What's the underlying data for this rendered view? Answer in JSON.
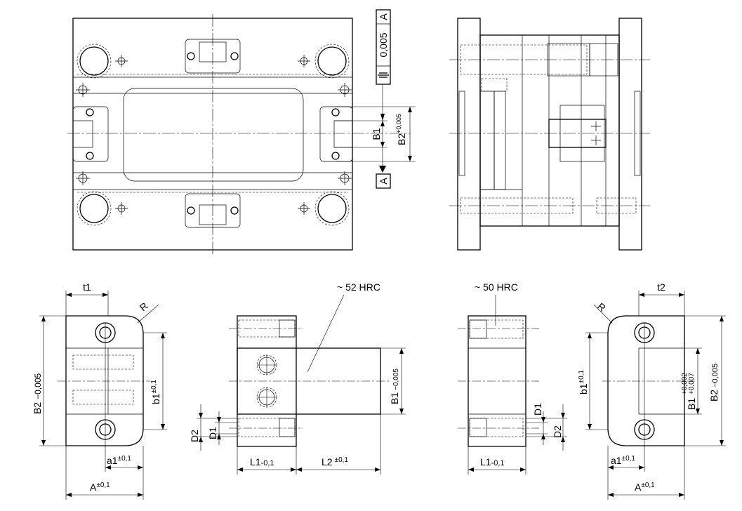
{
  "datum": {
    "tolerance_value": "0,005",
    "reference": "A",
    "symbol": "symmetry"
  },
  "top_view": {
    "dim_b1": "B1",
    "dim_b2": "B2",
    "dim_b2_tol": "+0,005",
    "datum_letter": "A"
  },
  "side_left": {
    "dim_t1": "t1",
    "dim_r": "R",
    "dim_b2": "B2",
    "dim_b2_tol": "−0,005",
    "dim_b1": "b1",
    "dim_b1_tol": "±0,1",
    "dim_a1": "a1",
    "dim_a1_tol": "±0,1",
    "dim_a": "A",
    "dim_a_tol": "±0,1"
  },
  "center_left": {
    "hardness": "~ 52 HRC",
    "dim_b1": "B1",
    "dim_b1_tol": "−0,005",
    "dim_d2": "D2",
    "dim_d1": "D1",
    "dim_l1": "L1",
    "dim_l1_tol": "-0,1",
    "dim_l2": "L2",
    "dim_l2_tol": "±0,1"
  },
  "center_right": {
    "hardness": "~ 50 HRC",
    "dim_d1": "D1",
    "dim_d2": "D2",
    "dim_l1": "L1",
    "dim_l1_tol": "-0,1"
  },
  "side_right": {
    "dim_t2": "t2",
    "dim_r": "R",
    "dim_b1": "b1",
    "dim_b1_tol": "±0,1",
    "dim_b1_cap": "B1",
    "dim_b1_cap_tol_upper": "+0,002",
    "dim_b1_cap_tol_lower": "+0,007",
    "dim_b2": "B2",
    "dim_b2_tol": "−0,005",
    "dim_a1": "a1",
    "dim_a1_tol": "±0,1",
    "dim_a": "A",
    "dim_a_tol": "±0,1"
  }
}
